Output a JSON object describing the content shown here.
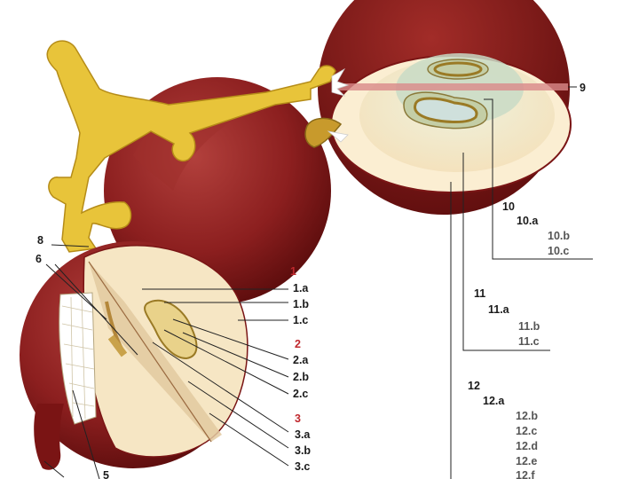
{
  "labels": {
    "l1": "1",
    "l1a": "1.a",
    "l1b": "1.b",
    "l1c": "1.c",
    "l2": "2",
    "l2a": "2.a",
    "l2b": "2.b",
    "l2c": "2.c",
    "l3": "3",
    "l3a": "3.a",
    "l3b": "3.b",
    "l3c": "3.c",
    "l5": "5",
    "l6": "6",
    "l8": "8",
    "l9": "9",
    "l10": "10",
    "l10a": "10.a",
    "l10b": "10.b",
    "l10c": "10.c",
    "l11": "11",
    "l11a": "11.a",
    "l11b": "11.b",
    "l11c": "11.c",
    "l12": "12",
    "l12a": "12.a",
    "l12b": "12.b",
    "l12c": "12.c",
    "l12d": "12.d",
    "l12e": "12.e",
    "l12f": "12.f"
  },
  "colors": {
    "berry_dark": "#5e0d0d",
    "berry_mid": "#8c1f1f",
    "stem": "#e8c43a",
    "flesh": "#f6e6c4",
    "pulp_green": "#d6e4cc",
    "seed": "#c9a24a",
    "accent_red": "#c0282d"
  }
}
